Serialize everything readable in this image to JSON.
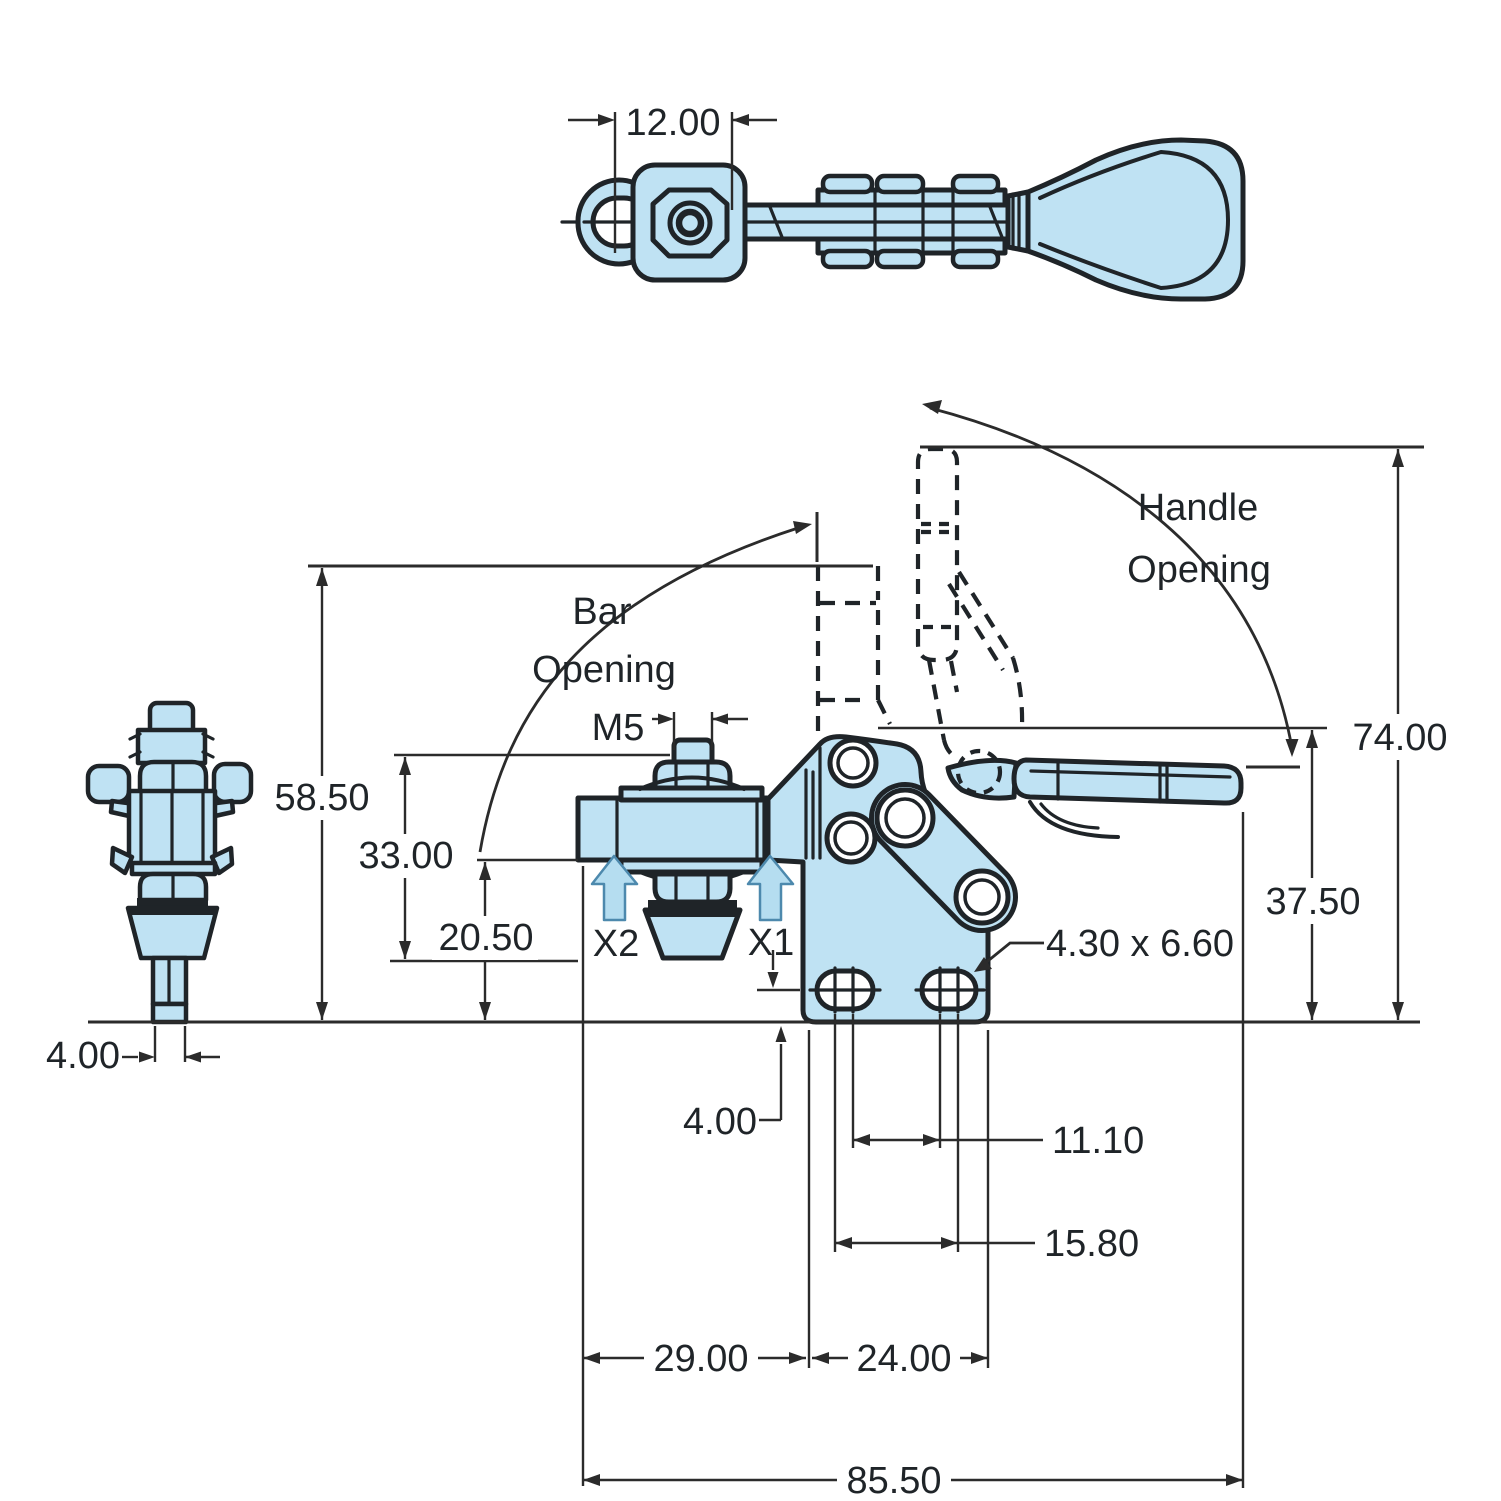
{
  "drawing": {
    "top_view": {
      "width_dim": "12.00"
    },
    "side_view": {
      "stem_dim": "4.00"
    },
    "front_view": {
      "bar_opening_line1": "Bar",
      "bar_opening_line2": "Opening",
      "handle_opening_line1": "Handle",
      "handle_opening_line2": "Opening",
      "thread_label": "M5",
      "force_point_1": "X1",
      "force_point_2": "X2",
      "slot_size_label": "4.30 x 6.60",
      "dim_bar_open_height": "58.50",
      "dim_stud_height": "33.00",
      "dim_bar_height": "20.50",
      "dim_open_height": "74.00",
      "dim_closed_height": "37.50",
      "dim_slot_center": "4.00",
      "dim_slot_inner": "11.10",
      "dim_slot_outer": "15.80",
      "dim_left_reach": "29.00",
      "dim_base_length": "24.00",
      "dim_total_length": "85.50"
    },
    "colors": {
      "part_fill": "#bfe2f3",
      "outline": "#1f2428",
      "dimension_line": "#2b2b2b",
      "force_arrow_fill": "#b5ddf0"
    }
  }
}
